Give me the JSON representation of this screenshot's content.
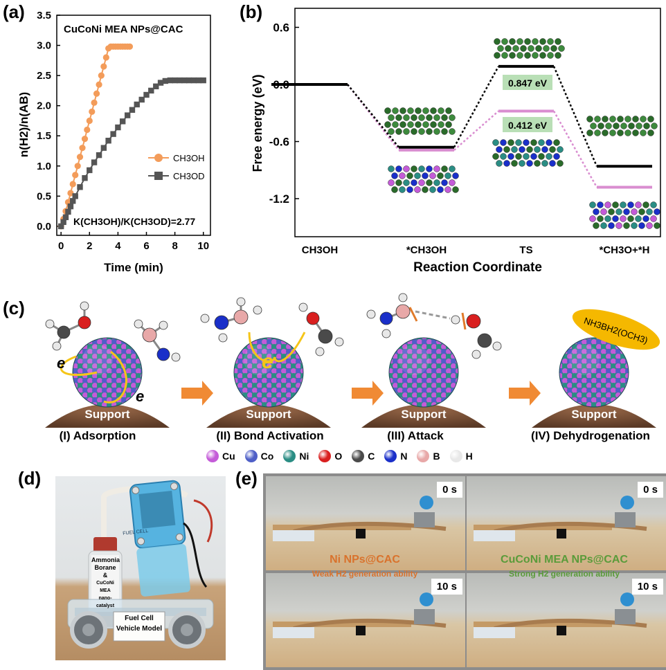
{
  "panel_labels": {
    "a": "(a)",
    "b": "(b)",
    "c": "(c)",
    "d": "(d)",
    "e": "(e)"
  },
  "panel_a": {
    "title": "CuCoNi MEA NPs@CAC",
    "ylabel": "n(H2)/n(AB)",
    "xlabel": "Time (min)",
    "annotation": "K(CH3OH)/K(CH3OD)=2.77",
    "legend": [
      "CH3OH",
      "CH3OD"
    ],
    "xticks": [
      "0",
      "2",
      "4",
      "6",
      "8",
      "10"
    ],
    "yticks": [
      "0.0",
      "0.5",
      "1.0",
      "1.5",
      "2.0",
      "2.5",
      "3.0",
      "3.5"
    ]
  },
  "panel_b": {
    "ylabel": "Free energy (eV)",
    "xlabel": "Reaction Coordinate",
    "yticks": [
      "0.6",
      "0.0",
      "-0.6",
      "-1.2"
    ],
    "categories": [
      "CH3OH",
      "*CH3OH",
      "TS",
      "*CH3O+*H"
    ],
    "barrier_black": "0.847 eV",
    "barrier_pink": "0.412 eV"
  },
  "chart_data": [
    {
      "type": "line",
      "title": "CuCoNi MEA NPs@CAC",
      "xlabel": "Time (min)",
      "ylabel": "n(H2)/n(AB)",
      "xlim": [
        -0.3,
        10.5
      ],
      "ylim": [
        -0.15,
        3.5
      ],
      "grid": false,
      "legend_position": "center-right",
      "series": [
        {
          "name": "CH3OH",
          "color": "#f39c5a",
          "marker": "circle",
          "x": [
            0,
            0.17,
            0.33,
            0.5,
            0.67,
            0.83,
            1.0,
            1.17,
            1.33,
            1.5,
            1.67,
            1.83,
            2.0,
            2.17,
            2.33,
            2.5,
            2.67,
            2.83,
            3.0,
            3.17,
            3.33,
            3.5,
            3.67,
            3.83,
            4.0,
            4.17,
            4.33,
            4.5,
            4.67,
            4.83
          ],
          "y": [
            0.0,
            0.12,
            0.25,
            0.4,
            0.55,
            0.7,
            0.85,
            1.0,
            1.15,
            1.3,
            1.45,
            1.6,
            1.75,
            1.9,
            2.05,
            2.2,
            2.35,
            2.5,
            2.65,
            2.8,
            2.95,
            2.98,
            2.98,
            2.98,
            2.98,
            2.98,
            2.98,
            2.98,
            2.98,
            2.98
          ]
        },
        {
          "name": "CH3OD",
          "color": "#555555",
          "marker": "square",
          "x": [
            0,
            0.17,
            0.33,
            0.5,
            0.67,
            0.83,
            1.0,
            1.33,
            1.67,
            2.0,
            2.33,
            2.67,
            3.0,
            3.33,
            3.67,
            4.0,
            4.33,
            4.67,
            5.0,
            5.33,
            5.67,
            6.0,
            6.33,
            6.67,
            7.0,
            7.33,
            7.67,
            8.0,
            8.33,
            8.67,
            9.0,
            9.33,
            9.67,
            10.0
          ],
          "y": [
            0.0,
            0.07,
            0.15,
            0.24,
            0.33,
            0.42,
            0.5,
            0.65,
            0.8,
            0.93,
            1.06,
            1.18,
            1.3,
            1.42,
            1.53,
            1.64,
            1.74,
            1.84,
            1.93,
            2.02,
            2.1,
            2.18,
            2.25,
            2.32,
            2.38,
            2.41,
            2.42,
            2.42,
            2.42,
            2.42,
            2.42,
            2.42,
            2.42,
            2.42
          ]
        }
      ],
      "annotation": "K(CH3OH)/K(CH3OD)=2.77"
    },
    {
      "type": "line",
      "title": "",
      "xlabel": "Reaction Coordinate",
      "ylabel": "Free energy (eV)",
      "ylim": [
        -1.6,
        0.8
      ],
      "categories": [
        "CH3OH",
        "*CH3OH",
        "TS",
        "*CH3O+*H"
      ],
      "series": [
        {
          "name": "",
          "color": "#000000",
          "values": [
            0.0,
            -0.66,
            0.19,
            -0.86
          ]
        },
        {
          "name": "",
          "color": "#d98dd0",
          "values": [
            0.0,
            -0.69,
            -0.28,
            -1.08
          ]
        }
      ],
      "annotations": [
        "0.847 eV",
        "0.412 eV"
      ]
    }
  ],
  "panel_c": {
    "steps": [
      "(I) Adsorption",
      "(II) Bond Activation",
      "(III) Attack",
      "(IV) Dehydrogenation"
    ],
    "support": "Support",
    "electron": "e",
    "product": "NH3BH2(OCH3)",
    "legend": [
      {
        "label": "Cu",
        "color": "#c45bd8"
      },
      {
        "label": "Co",
        "color": "#4e5fc7"
      },
      {
        "label": "Ni",
        "color": "#2a8d84"
      },
      {
        "label": "O",
        "color": "#d91f1f"
      },
      {
        "label": "C",
        "color": "#4a4a4a"
      },
      {
        "label": "N",
        "color": "#1a2fc9"
      },
      {
        "label": "B",
        "color": "#e8a8a8"
      },
      {
        "label": "H",
        "color": "#e8e8e8"
      }
    ]
  },
  "panel_d": {
    "bottle_text": [
      "Ammonia",
      "Borane",
      "&",
      "CuCoNi MEA",
      "nano-catalyst"
    ],
    "vehicle_label": [
      "Fuel Cell",
      "Vehicle Model"
    ],
    "fuel_cell_text": "Fuel Cell"
  },
  "panel_e": {
    "time_labels": [
      "0 s",
      "0 s",
      "10 s",
      "10 s"
    ],
    "left_title": "Ni NPs@CAC",
    "left_sub": "Weak H2 generation ability",
    "right_title": "CuCoNi MEA NPs@CAC",
    "right_sub": "Strong H2 generation ability",
    "colors": {
      "left": "#d9722c",
      "right": "#5a9b3a"
    }
  }
}
